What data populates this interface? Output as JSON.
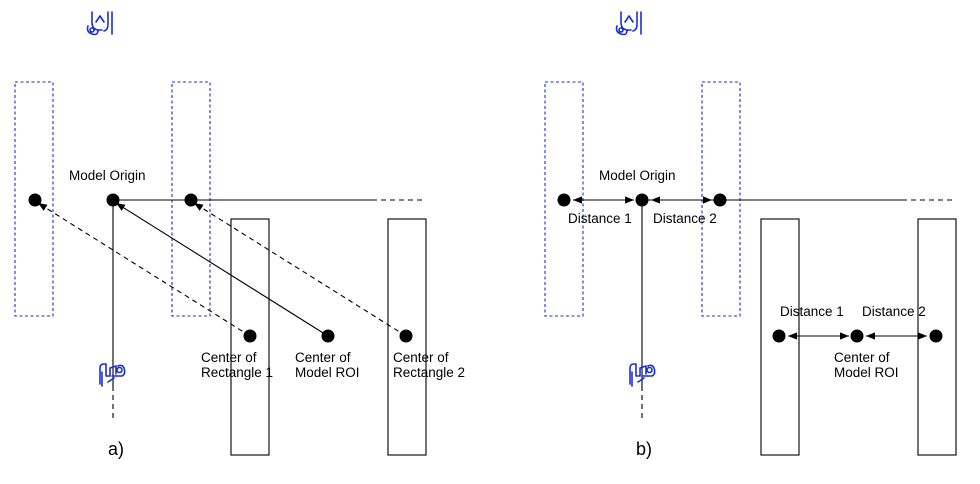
{
  "panel_a": {
    "caption": "a)",
    "model_origin": "Model Origin",
    "center_rect1": [
      "Center of",
      "Rectangle 1"
    ],
    "center_model_roi": [
      "Center of",
      "Model ROI"
    ],
    "center_rect2": [
      "Center of",
      "Rectangle 2"
    ]
  },
  "panel_b": {
    "caption": "b)",
    "model_origin": "Model Origin",
    "distance1_top": "Distance 1",
    "distance2_top": "Distance 2",
    "distance1_bottom": "Distance 1",
    "distance2_bottom": "Distance 2",
    "center_model_roi": [
      "Center of",
      "Model ROI"
    ]
  },
  "colors": {
    "roi": "#1a2fd0",
    "line": "#000000"
  },
  "icons": [
    "object-top-icon",
    "object-bottom-icon"
  ]
}
